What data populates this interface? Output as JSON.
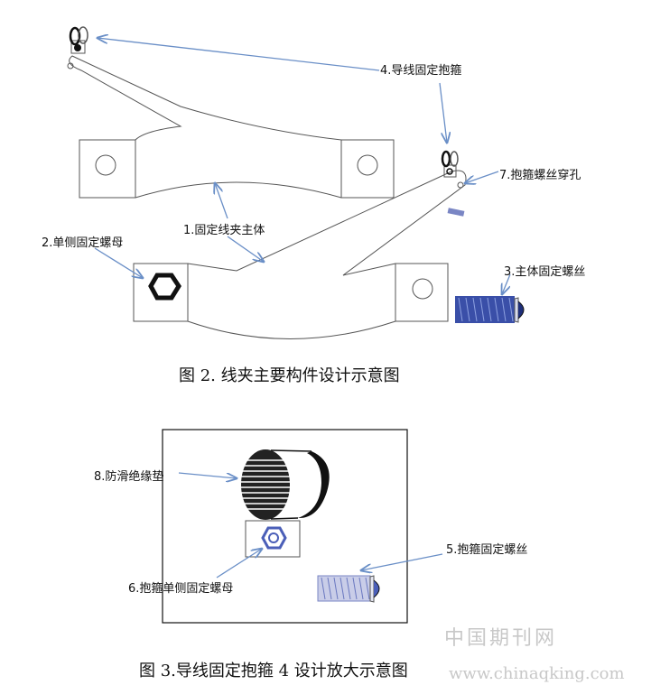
{
  "figure2": {
    "caption": "图 2.  线夹主要构件设计示意图",
    "labels": {
      "main_body": "1.固定线夹主体",
      "single_nut": "2.单侧固定螺母",
      "main_screw": "3.主体固定螺丝",
      "hoop": "4.导线固定抱箍",
      "hoop_hole": "7.抱箍螺丝穿孔"
    }
  },
  "figure3": {
    "caption": "图 3.导线固定抱箍 4 设计放大示意图",
    "labels": {
      "pad": "8.防滑绝缘垫",
      "hoop_screw": "5.抱箍固定螺丝",
      "hoop_nut": "6.抱箍单侧固定螺母"
    }
  },
  "watermark": {
    "cn": "中国期刊网",
    "url": "www.chinaqking.com"
  },
  "colors": {
    "line": "#555555",
    "arrow": "#6a8fc7",
    "screw_blue": "#3a4fa8",
    "nut_black": "#111111"
  }
}
